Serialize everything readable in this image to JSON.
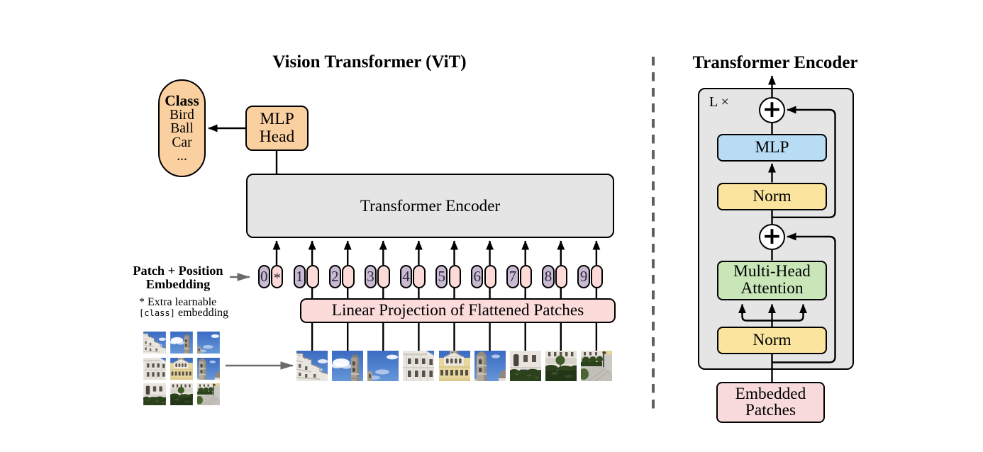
{
  "figure": {
    "kind": "architecture-diagram",
    "subject": "Vision Transformer (ViT) model overview with Transformer Encoder detail"
  },
  "left_panel": {
    "title": "Vision Transformer (ViT)",
    "class_pill": {
      "heading": "Class",
      "items": [
        "Bird",
        "Ball",
        "Car",
        "..."
      ]
    },
    "mlp_head": {
      "line1": "MLP",
      "line2": "Head"
    },
    "encoder_label": "Transformer Encoder",
    "patch_position_label": {
      "line1": "Patch + Position",
      "line2": "Embedding"
    },
    "footnote": {
      "line1": "* Extra learnable",
      "code": "[class]",
      "rest": "embedding"
    },
    "linear_projection_label": "Linear Projection of Flattened Patches",
    "tokens": {
      "labels": [
        "0",
        "1",
        "2",
        "3",
        "4",
        "5",
        "6",
        "7",
        "8",
        "9"
      ],
      "class_token_mark": "*"
    }
  },
  "right_panel": {
    "title": "Transformer Encoder",
    "loop_label": "L ×",
    "plus_sign": "+",
    "blocks": {
      "mlp": "MLP",
      "norm_upper": "Norm",
      "attention_line1": "Multi-Head",
      "attention_line2": "Attention",
      "norm_lower": "Norm",
      "embedded_line1": "Embedded",
      "embedded_line2": "Patches"
    }
  },
  "colors": {
    "orange": "#fbd0a0",
    "encoder_gray": "#e5e5e5",
    "token_purple": "#c7bad1",
    "token_pink": "#fbdad7",
    "projection_pink": "#fcdcda",
    "mlp_blue": "#b7dcf4",
    "norm_yellow": "#fae49e",
    "attention_green": "#c8e6b8",
    "embedded_pink": "#f8dada",
    "line_black": "#000000",
    "divider_gray": "#5f5f5f",
    "image_arrow_gray": "#6a6a6a"
  }
}
